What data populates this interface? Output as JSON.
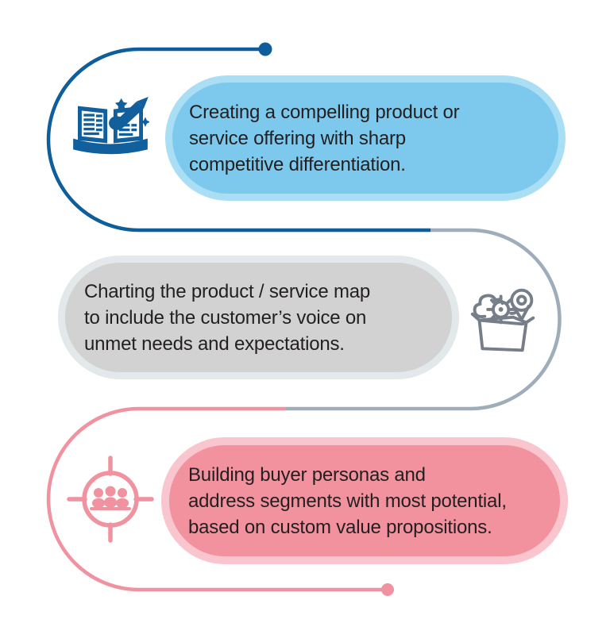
{
  "diagram_type": "three-step process infographic",
  "colors": {
    "background": "#ffffff",
    "text": "#231f20",
    "blue_line": "#0e5e9c",
    "blue_icon": "#11609d",
    "blue_fill": "#7cc9ed",
    "blue_ring": "#a9def4",
    "gray_line": "#9fadbb",
    "gray_icon": "#767f89",
    "gray_fill": "#d2d2d2",
    "gray_ring": "#e3e8eb",
    "pink_line": "#f0929f",
    "pink_fill": "#f2929f",
    "pink_ring": "#f9c5ce"
  },
  "steps": [
    {
      "id": 1,
      "icon": "book-writing-icon",
      "icon_side": "left",
      "connector_color": "#0e5e9c",
      "card_fill": "#7cc9ed",
      "card_ring": "#a9def4",
      "text": "Creating a compelling product or service offering with sharp competitive differentiation.",
      "lines": [
        "Creating a compelling product or",
        "service offering with sharp",
        "competitive differentiation."
      ]
    },
    {
      "id": 2,
      "icon": "box-gears-pin-icon",
      "icon_side": "right",
      "connector_color": "#9fadbb",
      "card_fill": "#d2d2d2",
      "card_ring": "#e3e8eb",
      "text": "Charting the product / service map to include the customer’s voice on unmet needs and expectations.",
      "lines": [
        "Charting the product / service map",
        "to include the customer’s voice on",
        "unmet needs and expectations."
      ]
    },
    {
      "id": 3,
      "icon": "target-audience-icon",
      "icon_side": "left",
      "connector_color": "#f0929f",
      "card_fill": "#f2929f",
      "card_ring": "#f9c5ce",
      "text": "Building buyer personas and address segments with most potential, based on custom value propositions.",
      "lines": [
        "Building buyer personas and",
        "address segments with most potential,",
        "based on custom value propositions."
      ]
    }
  ]
}
